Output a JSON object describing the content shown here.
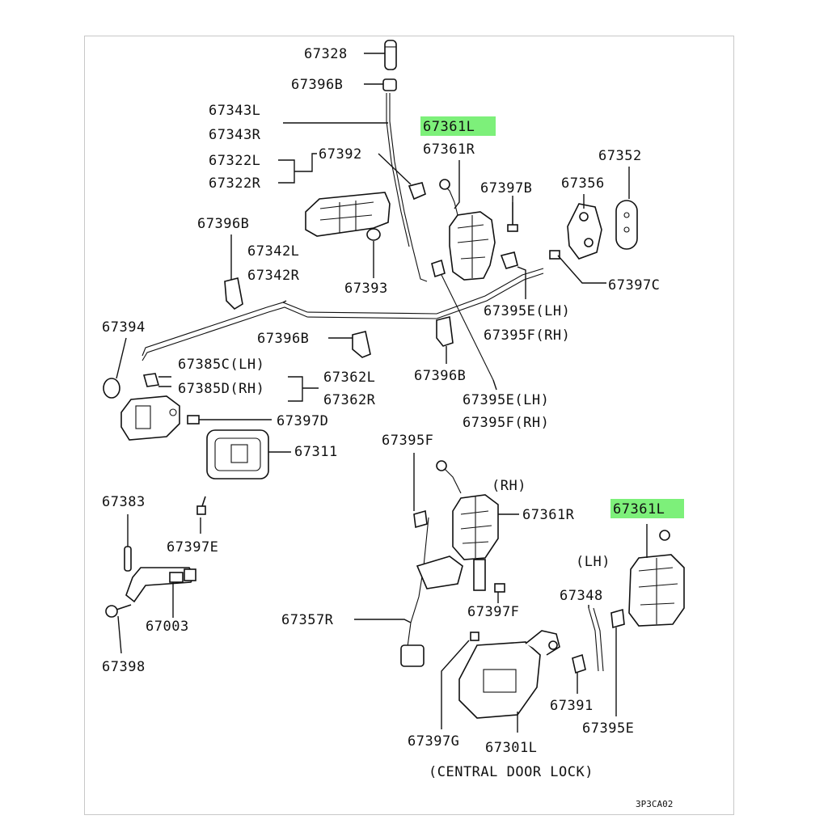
{
  "labels": {
    "p67328": "67328",
    "p67396b_top": "67396B",
    "p67343l": "67343L",
    "p67343r": "67343R",
    "p67361l_top": "67361L",
    "p67361r_top": "67361R",
    "p67392": "67392",
    "p67322l": "67322L",
    "p67322r": "67322R",
    "p67352": "67352",
    "p67397b": "67397B",
    "p67356": "67356",
    "p67396b_left": "67396B",
    "p67342l": "67342L",
    "p67342r": "67342R",
    "p67393": "67393",
    "p67397c": "67397C",
    "p67395e_lh_a": "67395E(LH)",
    "p67395f_rh_a": "67395F(RH)",
    "p67394": "67394",
    "p67396b_mid": "67396B",
    "p67385c": "67385C(LH)",
    "p67385d": "67385D(RH)",
    "p67362l": "67362L",
    "p67362r": "67362R",
    "p67396b_right": "67396B",
    "p67395e_lh_b": "67395E(LH)",
    "p67395f_rh_b": "67395F(RH)",
    "p67397d": "67397D",
    "p67395f_mid": "67395F",
    "p67311": "67311",
    "rh_note": "(RH)",
    "p67361r_mid": "67361R",
    "p67361l_mid": "67361L",
    "p67383": "67383",
    "p67397e": "67397E",
    "lh_note": "(LH)",
    "p67348": "67348",
    "p67397f": "67397F",
    "p67003": "67003",
    "p67357r": "67357R",
    "p67398": "67398",
    "p67391": "67391",
    "p67395e_bottom": "67395E",
    "p67397g": "67397G",
    "p67301l": "67301L",
    "central_lock": "(CENTRAL DOOR LOCK)",
    "diagram_code": "3P3CA02"
  },
  "colors": {
    "highlight": "#7df07a",
    "ink": "#111111",
    "frame": "#c8c8c8"
  }
}
